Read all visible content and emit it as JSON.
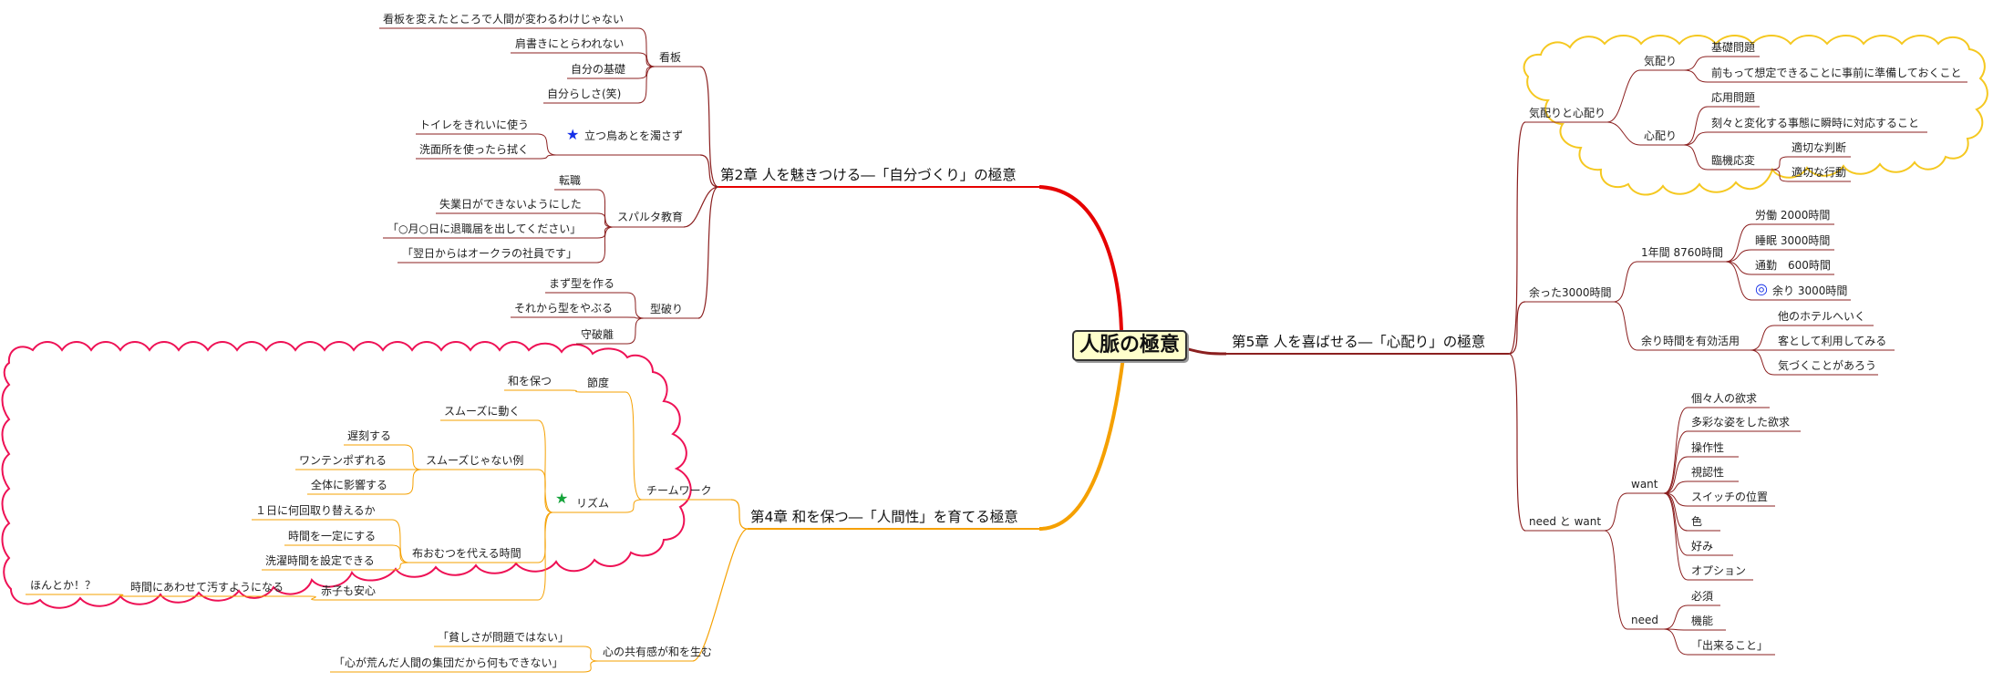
{
  "root": "人脈の極意",
  "colors": {
    "ch2": "#e60000",
    "ch4": "#f5a000",
    "ch5": "#8b1f1f",
    "cloud_left": "#ee1155",
    "cloud_right": "#f5c820"
  },
  "ch2": {
    "title": "第2章 人を魅きつける―「自分づくり」の極意",
    "kanban": {
      "label": "看板",
      "items": [
        "看板を変えたところで人間が変わるわけじゃない",
        "肩書きにとらわれない",
        "自分の基礎",
        "自分らしさ(笑)"
      ]
    },
    "tatsutori": {
      "label": "立つ鳥あとを濁さず",
      "icon": "blue-star-icon",
      "items": [
        "トイレをきれいに使う",
        "洗面所を使ったら拭く"
      ]
    },
    "sparta": {
      "label": "スパルタ教育",
      "items": [
        "転職",
        "失業日ができないようにした",
        "「○月○日に退職届を出してください」",
        "「翌日からはオークラの社員です」"
      ]
    },
    "katayaburi": {
      "label": "型破り",
      "items": [
        "まず型を作る",
        "それから型をやぶる",
        "守破離"
      ]
    }
  },
  "ch4": {
    "title": "第4章 和を保つ―「人間性」を育てる極意",
    "team": {
      "label": "チームワーク",
      "setsudo": {
        "label": "節度",
        "items": [
          "和を保つ"
        ]
      },
      "rhythm": {
        "label": "リズム",
        "icon": "green-star-icon",
        "smooth": "スムーズに動く",
        "not_smooth": {
          "label": "スムーズじゃない例",
          "items": [
            "遅刻する",
            "ワンテンポずれる",
            "全体に影響する"
          ]
        },
        "diaper": {
          "label": "布おむつを代える時間",
          "items": [
            "１日に何回取り替えるか",
            "時間を一定にする",
            "洗濯時間を設定できる"
          ]
        },
        "baby": {
          "label": "赤子も安心",
          "sub": "時間にあわせて汚すようになる",
          "subsub": "ほんとか！？"
        }
      }
    },
    "kokoro": {
      "label": "心の共有感が和を生む",
      "items": [
        "「貧しさが問題ではない」",
        "「心が荒んだ人間の集団だから何もできない」"
      ]
    }
  },
  "ch5": {
    "title": "第5章 人を喜ばせる―「心配り」の極意",
    "kikubari": {
      "label": "気配りと心配り",
      "ki": {
        "label": "気配り",
        "basic": "基礎問題",
        "basic_item": "前もって想定できることに事前に準備しておくこと"
      },
      "kokoro": {
        "label": "心配り",
        "applied": "応用問題",
        "applied_item": "刻々と変化する事態に瞬時に対応すること",
        "rinki": "臨機応変",
        "rinki_items": [
          "適切な判断",
          "適切な行動"
        ]
      }
    },
    "amatta": {
      "label": "余った3000時間",
      "year": {
        "label": "1年間 8760時間",
        "items": [
          "労働 2000時間",
          "睡眠 3000時間",
          "通勤　600時間",
          "余り 3000時間"
        ],
        "circle_icon": "double-circle-icon"
      },
      "use": {
        "label": "余り時間を有効活用",
        "items": [
          "他のホテルへいく",
          "客として利用してみる",
          "気づくことがあろう"
        ]
      }
    },
    "need_want": {
      "label": "need と want",
      "want": {
        "label": "want",
        "items": [
          "個々人の欲求",
          "多彩な姿をした欲求",
          "操作性",
          "視認性",
          "スイッチの位置",
          "色",
          "好み",
          "オプション"
        ]
      },
      "need": {
        "label": "need",
        "items": [
          "必須",
          "機能",
          "「出来ること」"
        ]
      }
    }
  }
}
